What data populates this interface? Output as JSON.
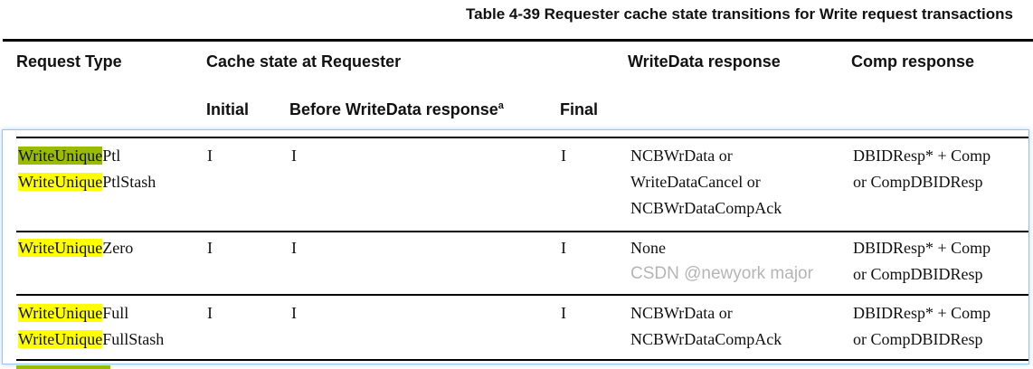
{
  "title": "Table 4-39 Requester cache state transitions for Write request transactions",
  "headers": {
    "request_type": "Request Type",
    "cache_state": "Cache state at Requester",
    "writedata": "WriteData response",
    "comp": "Comp response",
    "initial": "Initial",
    "before": "Before WriteData response",
    "before_sup": "a",
    "final": "Final"
  },
  "rows": [
    {
      "types": [
        {
          "hl": "WriteUnique",
          "rest": "Ptl"
        },
        {
          "hl": "WriteUnique",
          "rest": "PtlStash"
        }
      ],
      "initial": "I",
      "before": "I",
      "final": "I",
      "writedata": [
        "NCBWrData or",
        "WriteDataCancel or",
        "NCBWrDataCompAck"
      ],
      "comp": [
        "DBIDResp* + Comp",
        "or CompDBIDResp"
      ]
    },
    {
      "types": [
        {
          "hl": "WriteUnique",
          "rest": "Zero"
        }
      ],
      "initial": "I",
      "before": "I",
      "final": "I",
      "writedata": [
        "None"
      ],
      "comp": [
        "DBIDResp* + Comp",
        "or CompDBIDResp"
      ]
    },
    {
      "types": [
        {
          "hl": "WriteUnique",
          "rest": "Full"
        },
        {
          "hl": "WriteUnique",
          "rest": "FullStash"
        }
      ],
      "initial": "I",
      "before": "I",
      "final": "I",
      "writedata": [
        "NCBWrData or",
        "NCBWrDataCompAck"
      ],
      "comp": [
        "DBIDResp* + Comp",
        "or CompDBIDResp"
      ]
    }
  ],
  "highlight_colors": {
    "yellow": "#ffff00",
    "green": "#99bb00",
    "selection": "#9cc3f0"
  },
  "watermark": "CSDN @newyork major"
}
